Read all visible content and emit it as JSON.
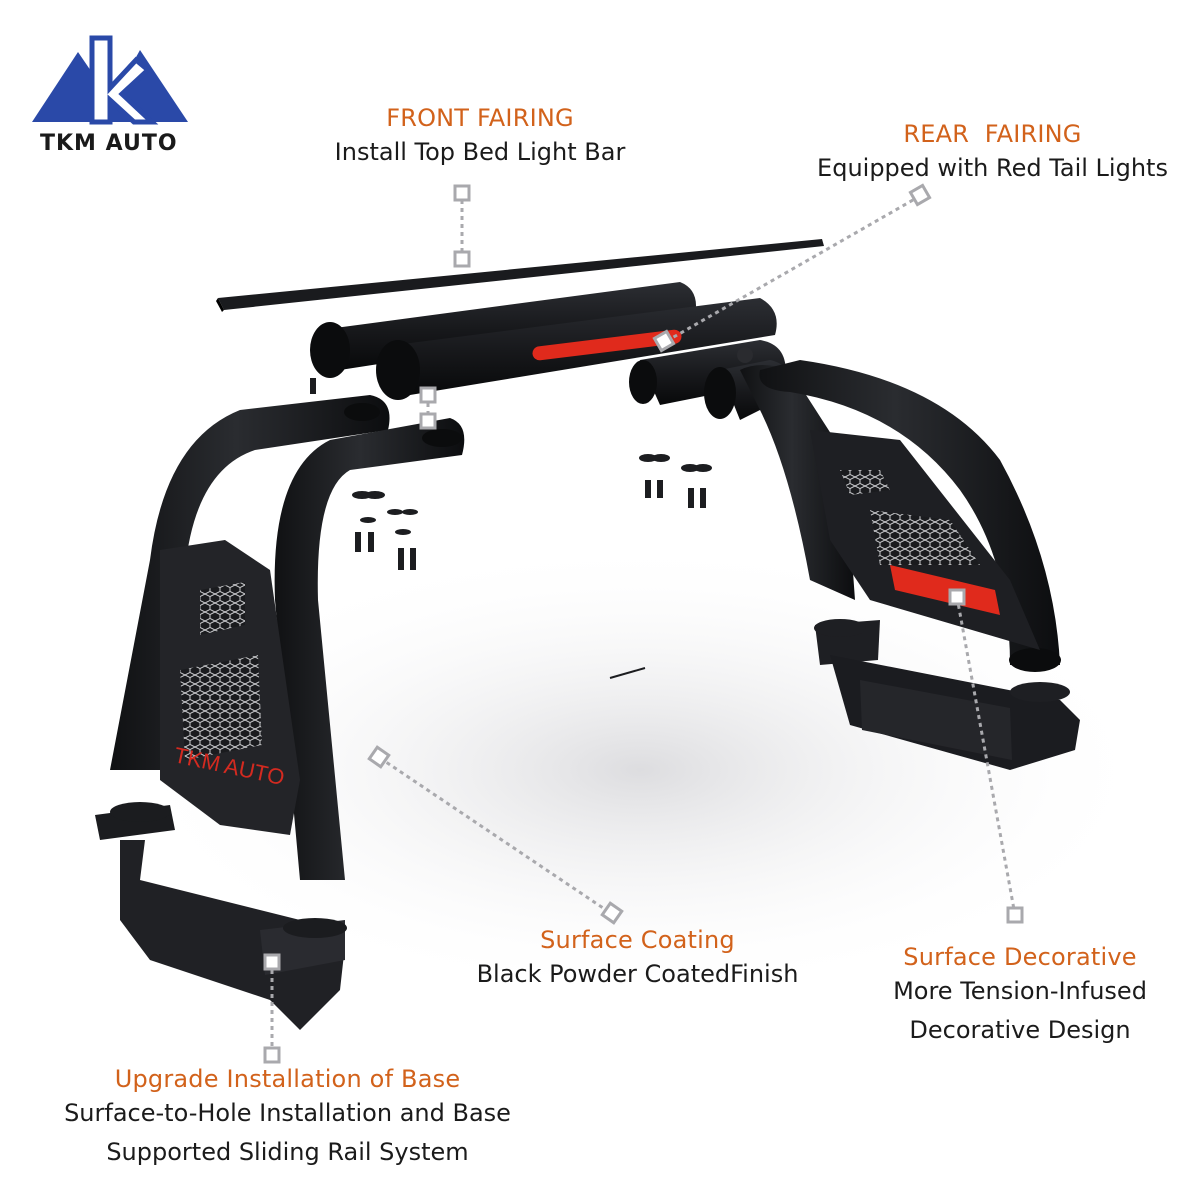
{
  "brand": {
    "name": "TKM AUTO",
    "logo_icon": "mountain-k-logo-icon",
    "colors": {
      "logo_blue": "#2a49a8",
      "accent_orange": "#d2621b",
      "tail_red": "#e02a1c",
      "steel_black": "#1c1d20"
    }
  },
  "product": {
    "panel_engraving": "TKM AUTO"
  },
  "callouts": {
    "front_fairing": {
      "title": "FRONT FAIRING",
      "desc": "Install Top Bed Light Bar"
    },
    "rear_fairing": {
      "title": "REAR  FAIRING",
      "desc": "Equipped with Red Tail Lights"
    },
    "surface_coating": {
      "title": "Surface Coating",
      "desc": "Black Powder CoatedFinish"
    },
    "surface_decorative": {
      "title": "Surface Decorative",
      "desc_1": "More Tension-Infused",
      "desc_2": "Decorative Design"
    },
    "base": {
      "title": "Upgrade Installation of Base",
      "desc_1": "Surface-to-Hole Installation and Base",
      "desc_2": "Supported Sliding Rail System"
    }
  }
}
